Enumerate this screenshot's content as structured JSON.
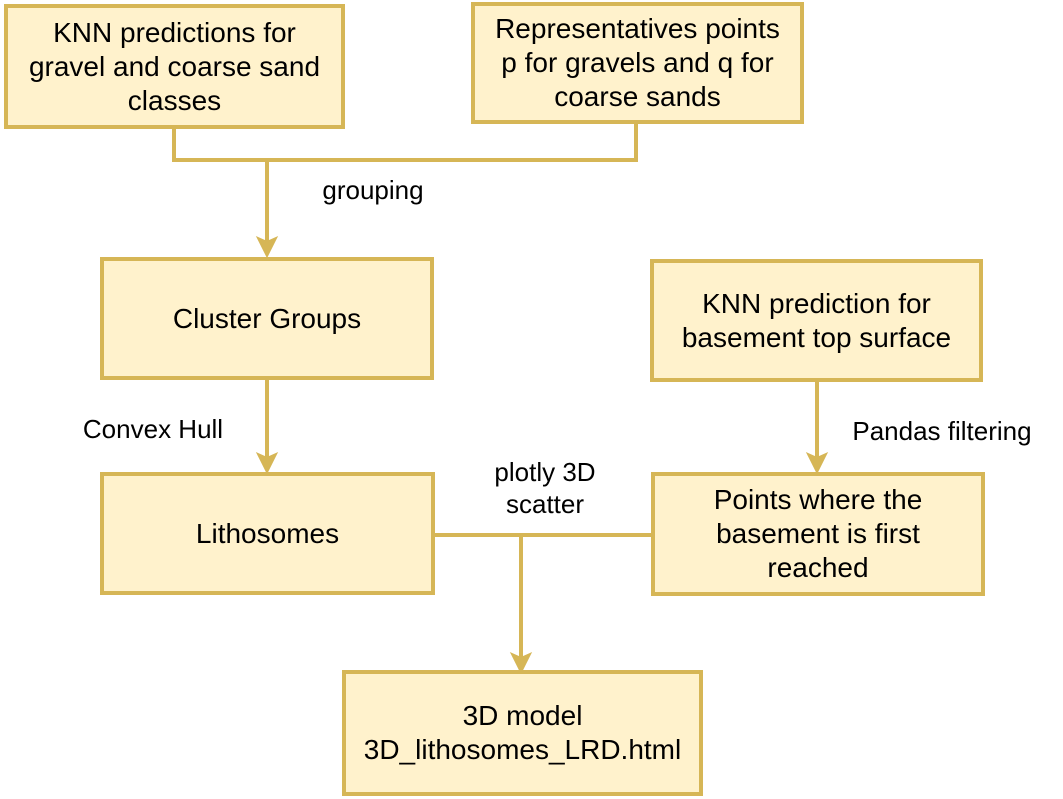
{
  "colors": {
    "node_fill": "#fff2cc",
    "node_border": "#d6b656",
    "edge": "#d6b656"
  },
  "nodes": {
    "knn_gravel": "KNN predictions for\ngravel and coarse sand\nclasses",
    "representatives": "Representatives points\np for gravels and q for\ncoarse sands",
    "cluster_groups": "Cluster Groups",
    "knn_basement": "KNN prediction for\nbasement top surface",
    "lithosomes": "Lithosomes",
    "basement_points": "Points where the\nbasement is first\nreached",
    "model_3d": "3D model\n3D_lithosomes_LRD.html"
  },
  "edge_labels": {
    "grouping": "grouping",
    "convex_hull": "Convex Hull",
    "pandas_filtering": "Pandas filtering",
    "plotly_scatter": "plotly 3D\nscatter"
  }
}
